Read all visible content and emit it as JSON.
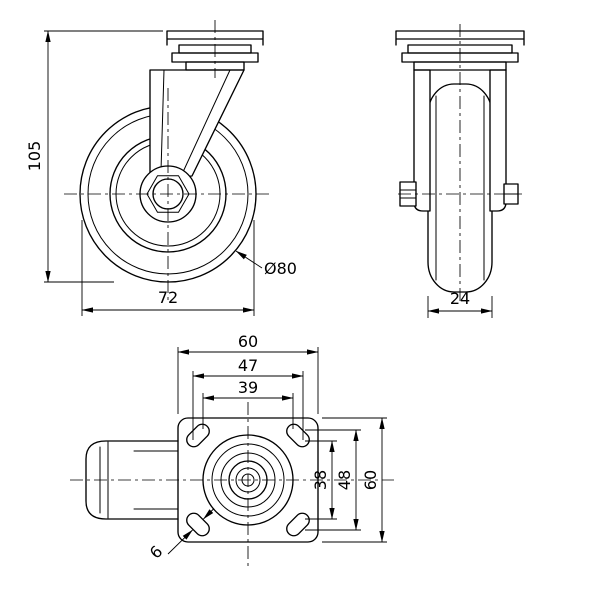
{
  "colors": {
    "line": "#000000",
    "background": "#ffffff"
  },
  "side_view": {
    "overall_height": "105",
    "overall_length": "72",
    "wheel_diameter": "Ø80"
  },
  "front_view": {
    "wheel_width": "24"
  },
  "plan_view": {
    "plate_length": "60",
    "bolt_pattern_length_max": "47",
    "bolt_pattern_length_min": "39",
    "bolt_pattern_width_min": "38",
    "bolt_pattern_width_max": "48",
    "plate_width": "60",
    "bolt_slot_width": "6"
  }
}
